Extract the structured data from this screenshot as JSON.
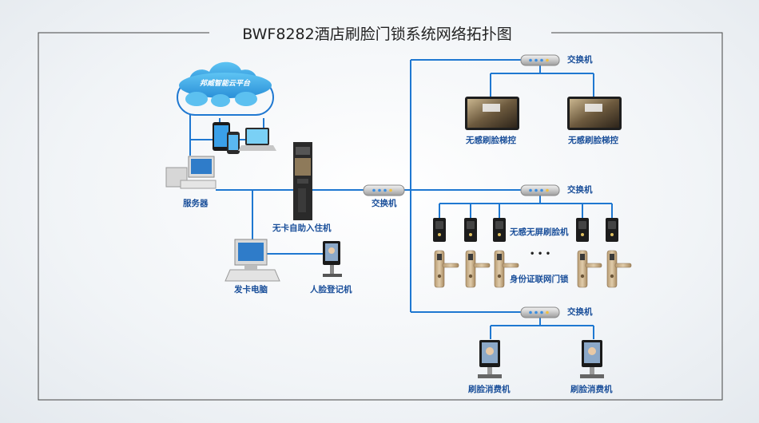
{
  "title": "BWF8282酒店刷脸门锁系统网络拓扑图",
  "cloud_label": "邦威智能云平台",
  "switch_label": "交换机",
  "labels": {
    "server": "服务器",
    "kiosk": "无卡自助入住机",
    "card_pc": "发卡电脑",
    "face_register": "人脸登记机",
    "elevator_1": "无感刷脸梯控",
    "elevator_2": "无感刷脸梯控",
    "face_screenless": "无感无屏刷脸机",
    "id_lock": "身份证联网门锁",
    "consume_1": "刷脸消费机",
    "consume_2": "刷脸消费机",
    "ellipsis": "• • •"
  },
  "colors": {
    "line": "#1f78d1",
    "frame": "#444444",
    "label": "#1a4f9a"
  }
}
